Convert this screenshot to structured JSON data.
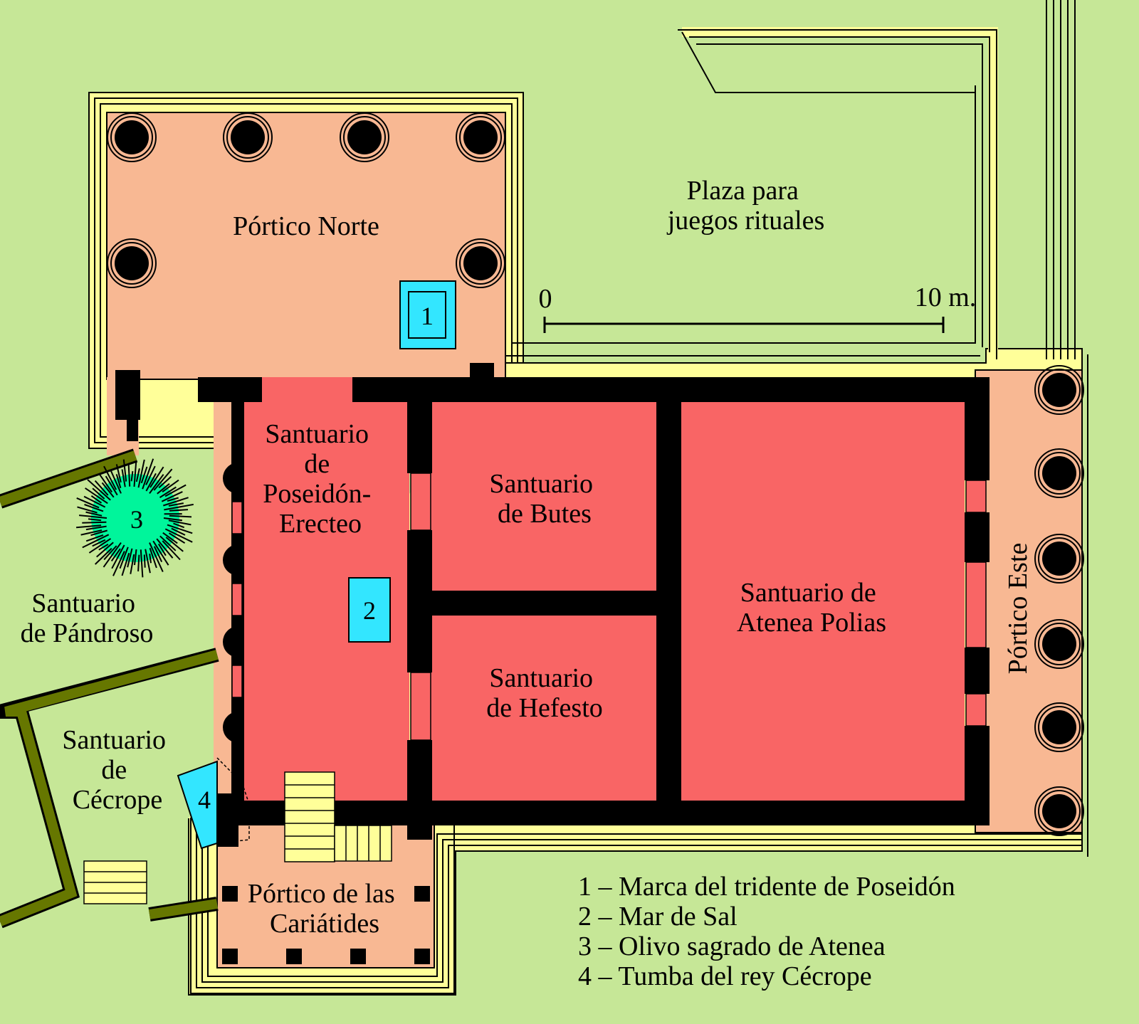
{
  "labels": {
    "portico_norte": "Pórtico Norte",
    "plaza": [
      "Plaza para",
      "juegos rituales"
    ],
    "poseidon": [
      "Santuario",
      "de",
      "Poseidón-",
      "Erecteo"
    ],
    "butes": [
      "Santuario",
      "de Butes"
    ],
    "hefesto": [
      "Santuario",
      "de Hefesto"
    ],
    "atenea": [
      "Santuario de",
      "Atenea Polias"
    ],
    "portico_este": "Pórtico Este",
    "pandroso": [
      "Santuario",
      "de Pándroso"
    ],
    "cecrope": [
      "Santuario",
      "de",
      "Cécrope"
    ],
    "cariatides": [
      "Pórtico de las",
      "Cariátides"
    ]
  },
  "markers": [
    "1",
    "2",
    "3",
    "4"
  ],
  "scale": {
    "start": "0",
    "end": "10 m."
  },
  "legend": [
    "1 – Marca del tridente de Poseidón",
    "2 – Mar de Sal",
    "3 – Olivo sagrado de Atenea",
    "4 – Tumba del rey Cécrope"
  ],
  "colors": {
    "grass": "#c6e797",
    "portico": "#f8b893",
    "sanctuary": "#f96565",
    "steps": "#ffff99",
    "marker": "#33e6ff",
    "olive": "#00f59b",
    "wall": "#667700",
    "stone": "#000000"
  }
}
